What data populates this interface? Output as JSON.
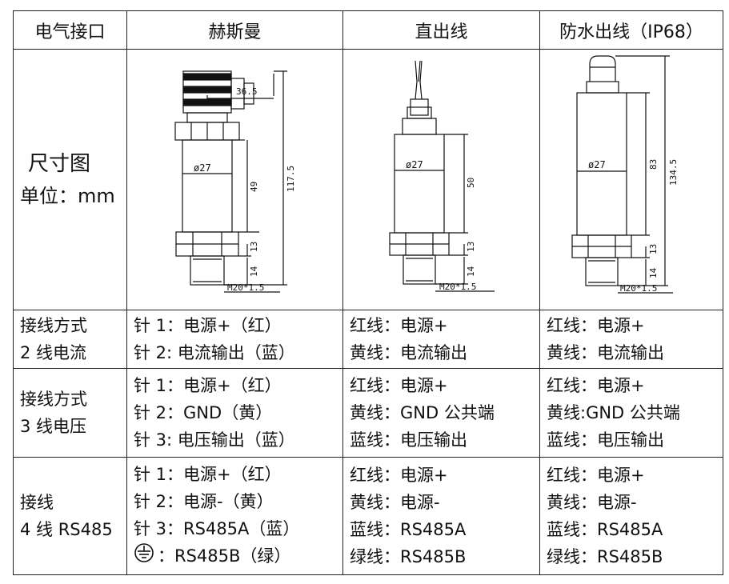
{
  "header": [
    "电气接口",
    "赫斯曼",
    "直出线",
    "防水出线（IP68）"
  ],
  "dimension_row": {
    "label_line1": "尺寸图",
    "label_line2": "单位：mm",
    "hirschmann": {
      "top_width": "36.5",
      "diameter": "ø27",
      "body": "49",
      "total": "117.5",
      "hex": "13",
      "thread_len": "14",
      "thread": "M20*1.5"
    },
    "direct": {
      "diameter": "ø27",
      "body": "50",
      "hex": "13",
      "thread_len": "14",
      "thread": "M20*1.5"
    },
    "waterproof": {
      "diameter": "ø27",
      "body": "83",
      "total": "134.5",
      "hex": "13",
      "thread_len": "14",
      "thread": "M20*1.5"
    }
  },
  "rows": [
    {
      "label": [
        "接线方式",
        "2 线电流"
      ],
      "hirschmann": [
        "针 1：电源+（红）",
        "针 2: 电流输出（蓝）"
      ],
      "direct": [
        "红线：电源+",
        "黄线：电流输出"
      ],
      "waterproof": [
        "红线：电源+",
        "黄线：电流输出"
      ]
    },
    {
      "label": [
        "接线方式",
        "3 线电压"
      ],
      "hirschmann": [
        "针 1：电源+（红）",
        "针 2：GND（黄）",
        "针 3: 电压输出（蓝）"
      ],
      "direct": [
        "红线：电源+",
        "黄线：GND 公共端",
        "蓝线：电压输出"
      ],
      "waterproof": [
        "红线：电源+",
        "黄线:GND 公共端",
        "蓝线：电压输出"
      ]
    },
    {
      "label": [
        "接线",
        "4 线 RS485"
      ],
      "hirschmann": [
        "针 1：电源+（红）",
        "针 2：电源-（黄）",
        "针 3：RS485A（蓝）",
        "：RS485B（绿）"
      ],
      "direct": [
        "红线：电源+",
        "黄线：电源-",
        "蓝线：RS485A",
        "绿线：RS485B"
      ],
      "waterproof": [
        "红线：电源+",
        "黄线：电源-",
        "蓝线：RS485A",
        "绿线：RS485B"
      ]
    }
  ],
  "icons": {
    "ground": "earth-ground-icon"
  }
}
